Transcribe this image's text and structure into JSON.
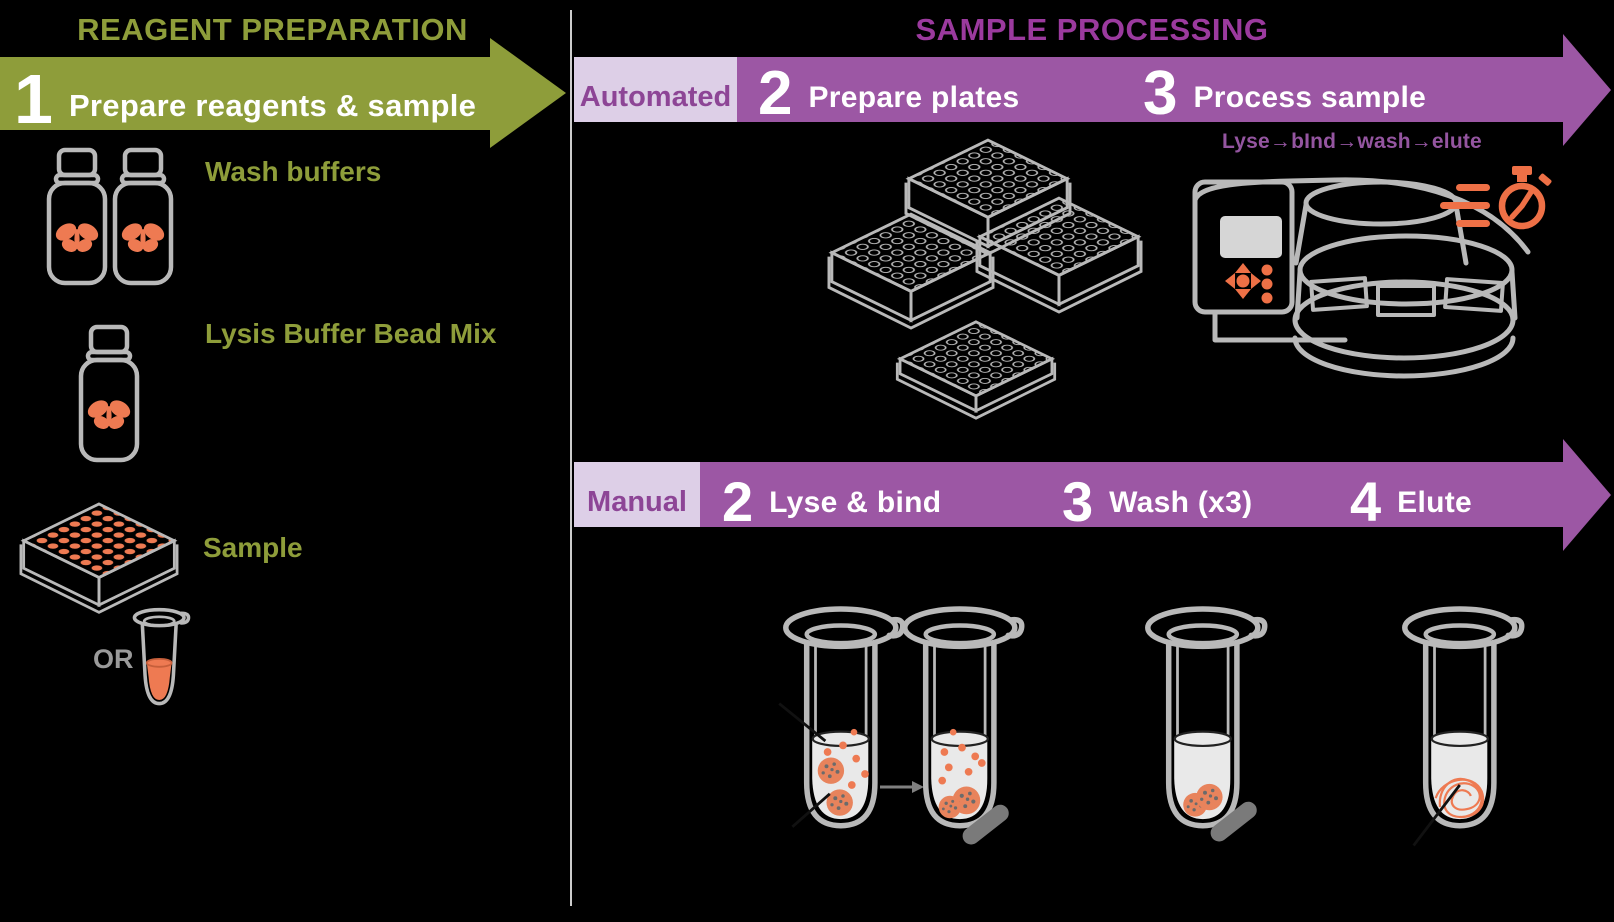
{
  "left_panel": {
    "title": "REAGENT PREPARATION",
    "step": {
      "number": "1",
      "label": "Prepare reagents & sample"
    },
    "reagents": [
      {
        "label": "Wash buffers"
      },
      {
        "label": "Lysis Buffer Bead Mix"
      },
      {
        "label": "Sample"
      }
    ],
    "or_label": "OR"
  },
  "right_panel": {
    "title": "SAMPLE PROCESSING",
    "automated_row": {
      "mode_label": "Automated",
      "steps": [
        {
          "number": "2",
          "label": "Prepare plates"
        },
        {
          "number": "3",
          "label": "Process sample",
          "sub_label": "Lyse→bInd→wash→elute"
        }
      ]
    },
    "manual_row": {
      "mode_label": "Manual",
      "steps": [
        {
          "number": "2",
          "label": "Lyse & bind"
        },
        {
          "number": "3",
          "label": "Wash (x3)"
        },
        {
          "number": "4",
          "label": "Elute"
        }
      ]
    }
  },
  "colors": {
    "background": "#000000",
    "green": "#8e9d3a",
    "purple_arrow": "#9c57a4",
    "purple_title": "#9b3a9e",
    "purple_mode_text": "#8d4596",
    "lavender_mode_box": "#ddcfe7",
    "orange": "#ee7a52",
    "orange_stopwatch": "#ee7046",
    "gray_outline": "#b9b9b9",
    "magnet_gray": "#7a7a7a",
    "or_gray": "#9a9a9a",
    "liquid_gray": "#e9e9e9",
    "divider_gray": "#cccccc"
  },
  "icons": {
    "butterfly-icon": "orange butterfly reagent logo",
    "reagent-bottle-icon": "outlined reagent bottle with butterfly label",
    "sample-plate-icon": "96-well plate filled with orange samples",
    "sample-tube-icon": "conical tube with orange sample",
    "well-plate-icon": "outlined 96-well plate",
    "instrument-icon": "automated magnetic particle processor",
    "stopwatch-icon": "orange stopwatch with speed lines",
    "microtube-icon": "microcentrifuge tube with liquid and magnetic beads",
    "magnet-icon": "gray magnet bar",
    "transition-arrow-icon": "gray right arrow",
    "callout-line": "black pointer line"
  }
}
